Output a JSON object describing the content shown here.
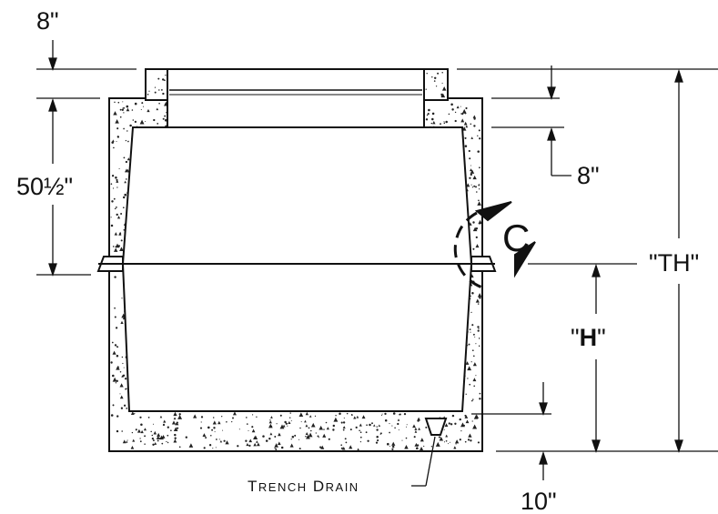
{
  "labels": {
    "top_dim": "8\"",
    "side_dim": "50½\"",
    "right_dim": "8\"",
    "th_dim": "\"TH\"",
    "h_quote_open": "\"",
    "h_letter": "H",
    "h_quote_close": "\"",
    "bottom_dim": "10\"",
    "rotation_label": "C",
    "trench_first": "T",
    "trench_rest": "RENCH",
    "drain_first": "D",
    "drain_rest": "RAIN"
  },
  "colors": {
    "line": "#111111",
    "concrete_fill": "#ffffff",
    "speckle": "#222222"
  }
}
